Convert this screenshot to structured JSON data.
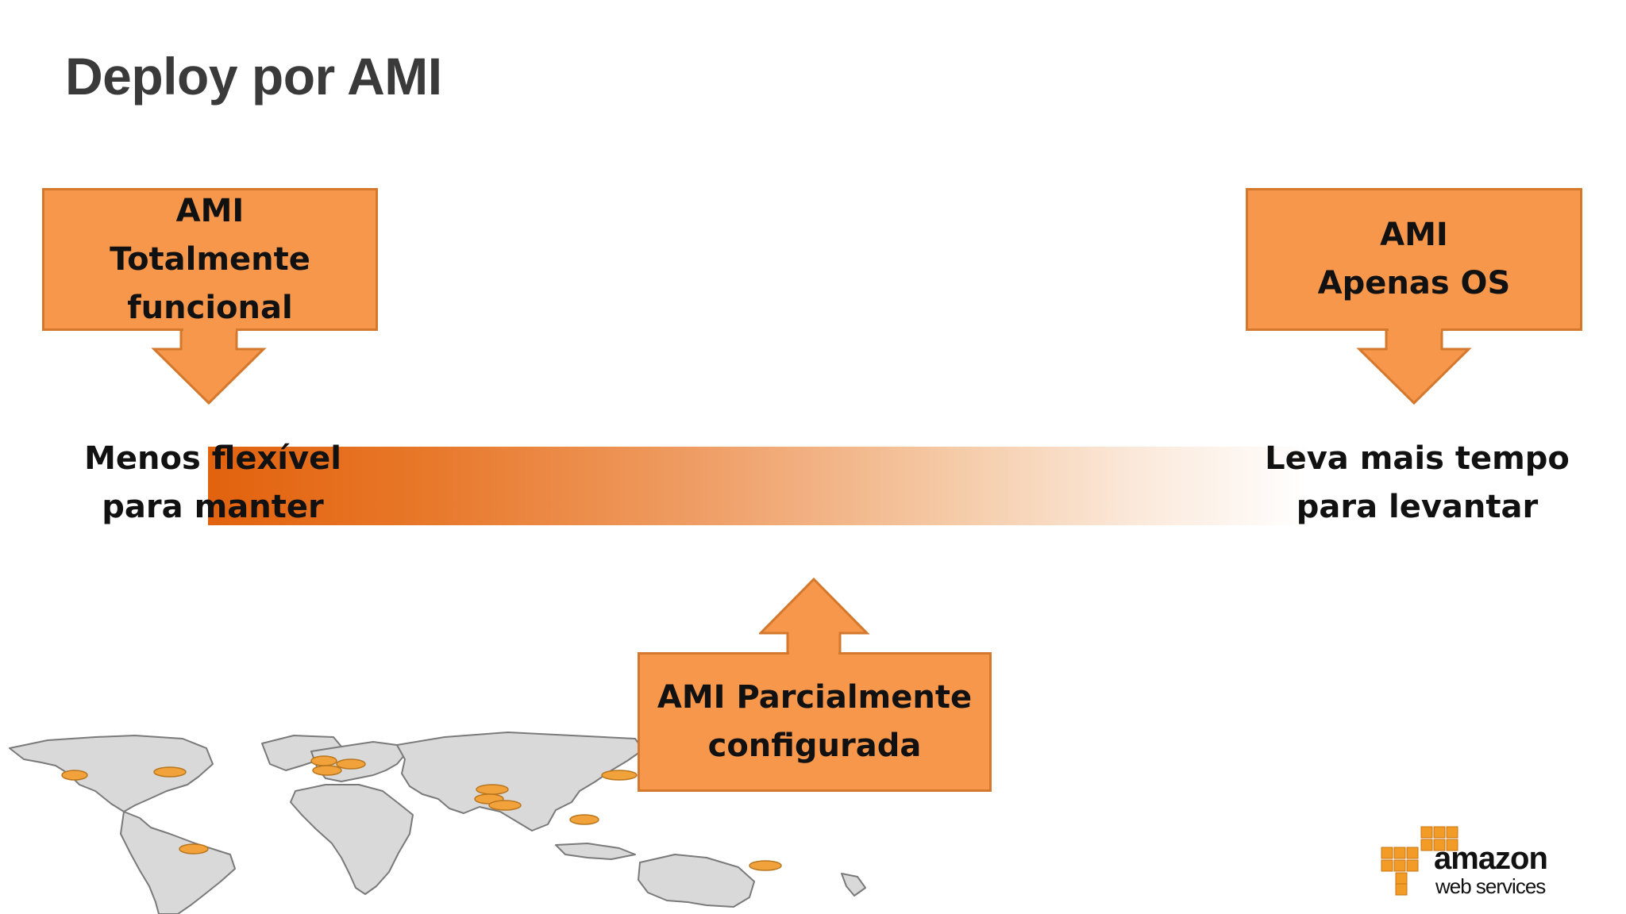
{
  "slide": {
    "title": "Deploy por AMI"
  },
  "callouts": {
    "left": {
      "lines": [
        "AMI",
        "Totalmente",
        "funcional"
      ]
    },
    "right": {
      "lines": [
        "AMI",
        "Apenas OS"
      ]
    },
    "bottom": {
      "lines": [
        "AMI Parcialmente",
        "configurada"
      ]
    }
  },
  "scale": {
    "left_lines": [
      "Menos flexível",
      "para manter"
    ],
    "right_lines": [
      "Leva mais tempo",
      "para levantar"
    ]
  },
  "logo": {
    "brand": "amazon",
    "sub": "web services"
  },
  "colors": {
    "callout_fill": "#f6974b",
    "callout_border": "#d4782e",
    "gradient_start": "#e2620e",
    "title": "#3a3a3a"
  },
  "icons": [
    "world-map-icon",
    "aws-cubes-icon"
  ]
}
